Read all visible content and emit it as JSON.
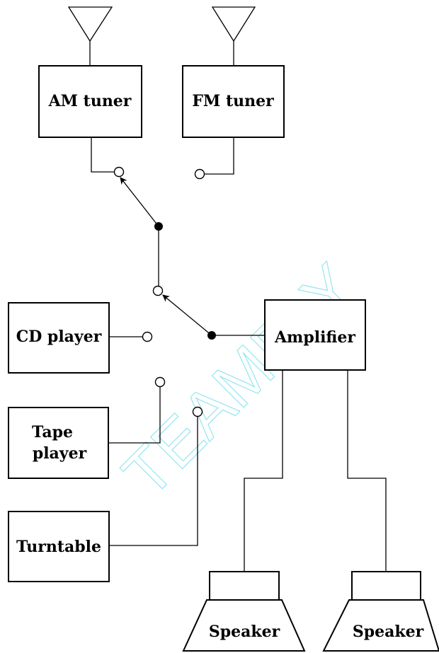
{
  "diagram": {
    "components": {
      "am_tuner": "AM tuner",
      "fm_tuner": "FM tuner",
      "cd_player": "CD player",
      "tape_player_line1": "Tape",
      "tape_player_line2": "player",
      "turntable": "Turntable",
      "amplifier": "Amplifier",
      "speaker_left": "Speaker",
      "speaker_right": "Speaker"
    },
    "watermark": "TEAMFLY",
    "colors": {
      "line": "#000000",
      "watermark": "#8fe3f0"
    }
  }
}
